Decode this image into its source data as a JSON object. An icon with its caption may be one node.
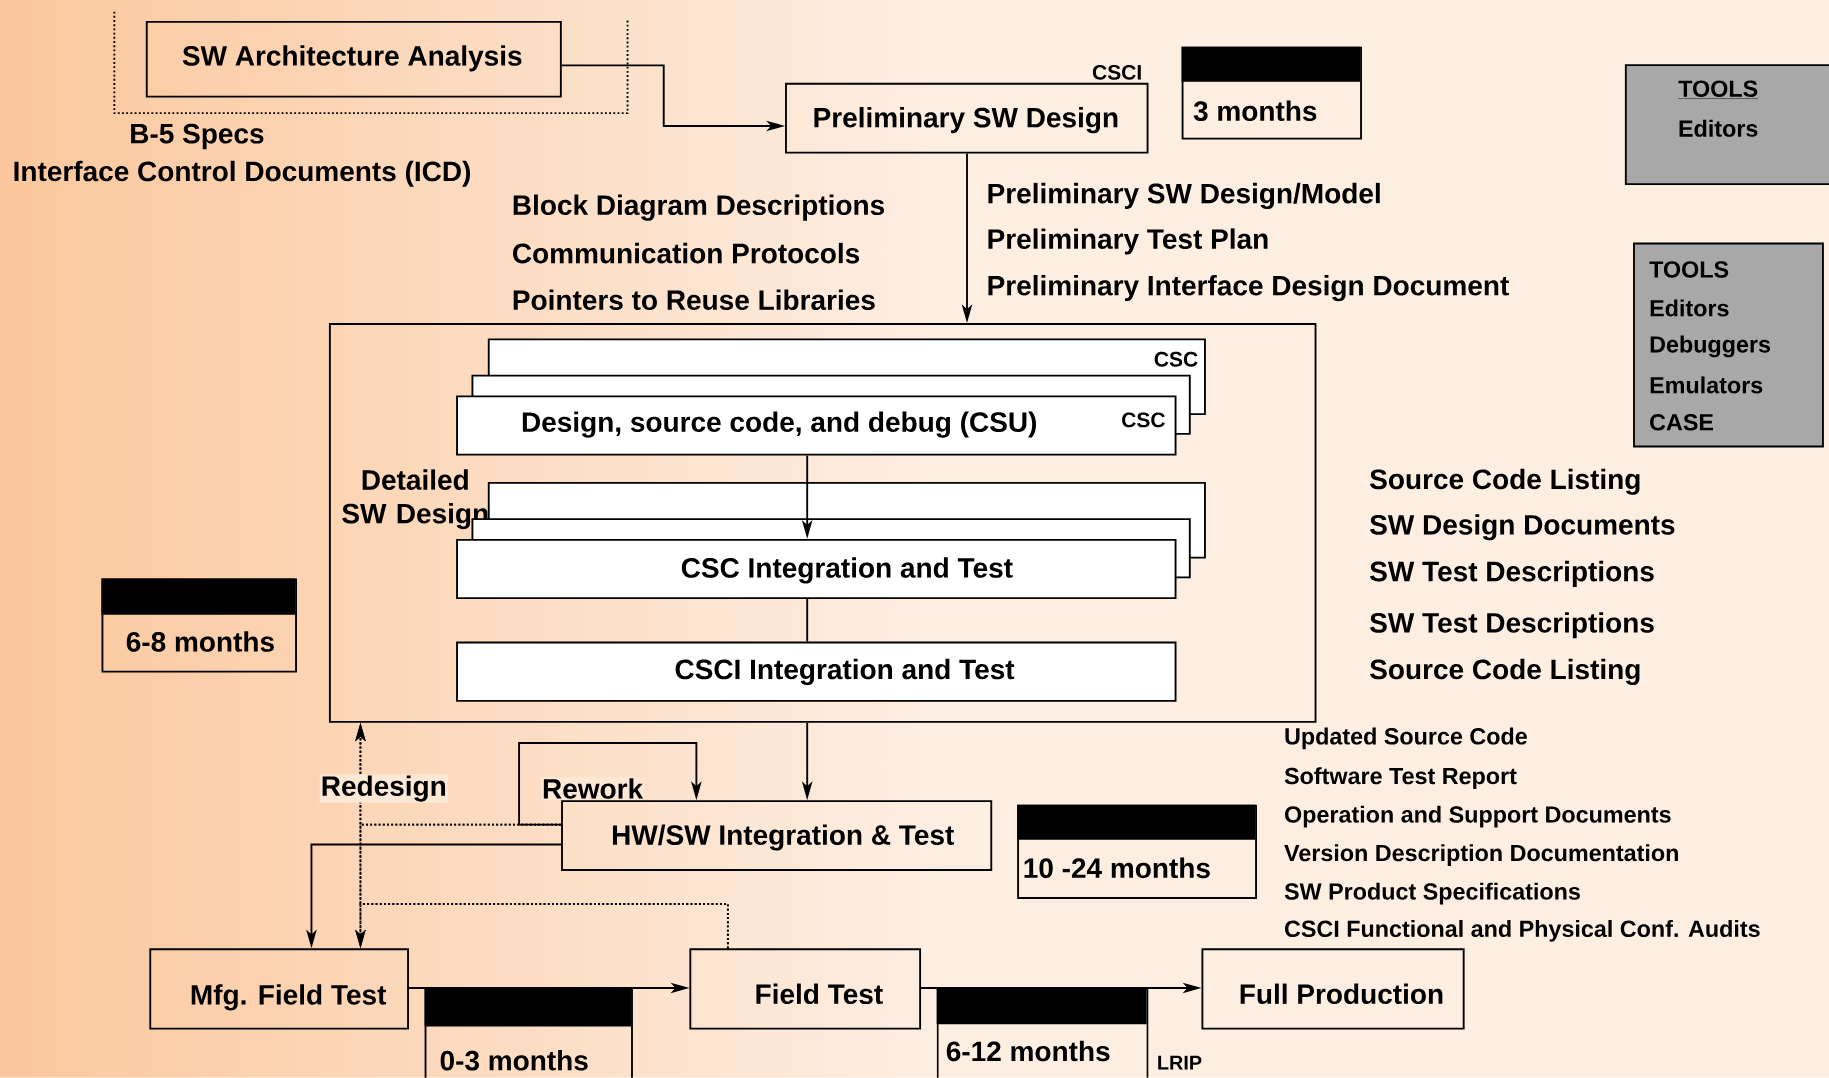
{
  "diagram": {
    "nodes": [
      {
        "text": [
          "SW Architecture Analysis"
        ]
      },
      {
        "text": [
          "Preliminary SW Design"
        ],
        "beside": [
          "CSCI"
        ]
      },
      {
        "text": [
          "3 months"
        ]
      },
      {
        "text": [
          "TOOLS",
          "Editors"
        ]
      },
      {
        "text": [
          "TOOLS",
          "Editors",
          "Debuggers",
          "Emulators",
          "CASE"
        ]
      },
      {
        "text": [
          "Detailed SW Design"
        ]
      },
      {
        "text": [
          "CSC",
          "Design, source code, and debug (CSU)",
          "CSC"
        ],
        "in": 5
      },
      {
        "text": [
          "CSC Integration and Test"
        ],
        "in": 5
      },
      {
        "text": [
          "CSCI Integration and Test"
        ],
        "in": 5
      },
      {
        "text": [
          "HW/SW Integration & Test"
        ]
      },
      {
        "text": [
          "10 -24 months"
        ]
      },
      {
        "text": [
          "Mfg. Field Test"
        ]
      },
      {
        "text": [
          "Field Test"
        ]
      },
      {
        "text": [
          "Full Production"
        ]
      },
      {
        "text": [
          "0-3 months"
        ]
      },
      {
        "text": [
          "6-12 months"
        ]
      },
      {
        "text": [
          "6-8 months"
        ]
      }
    ],
    "edges": [
      {
        "from": 0,
        "to": 1,
        "arrow": "to"
      },
      {
        "from": 1,
        "to": 5,
        "arrow": "to"
      },
      {
        "from": 6,
        "to": 7,
        "arrow": "to"
      },
      {
        "from": 7,
        "to": 8,
        "arrow": "none"
      },
      {
        "from": 5,
        "to": 9,
        "arrow": "to"
      },
      {
        "from": 9,
        "to": 9,
        "arrow": "to",
        "label": "Rework"
      },
      {
        "from": 9,
        "to": 5,
        "arrow": "to",
        "style": "dashed",
        "label": "Redesign"
      },
      {
        "from": 9,
        "to": 11,
        "arrow": "to",
        "style": "dashed"
      },
      {
        "from": 12,
        "to": 5,
        "arrow": "to",
        "style": "dashed"
      },
      {
        "from": 12,
        "to": 11,
        "arrow": "to",
        "style": "dashed"
      },
      {
        "from": 9,
        "to": 11,
        "arrow": "to"
      },
      {
        "from": 11,
        "to": 12,
        "arrow": "to"
      },
      {
        "from": 12,
        "to": 13,
        "arrow": "to"
      }
    ],
    "labels": [
      "B-5 Specs",
      "Interface Control Documents (ICD)",
      "Block Diagram Descriptions",
      "Communication Protocols",
      "Pointers to Reuse Libraries",
      "Preliminary SW Design/Model",
      "Preliminary Test Plan",
      "Preliminary Interface Design Document",
      "Source Code Listing",
      "SW Design Documents",
      "SW Test Descriptions",
      "SW Test Descriptions",
      "Source Code Listing",
      "Updated Source Code",
      "Software Test Report",
      "Operation and Support Documents",
      "Version Description Documentation",
      "SW Product Specifications",
      "CSCI Functional and Physical Conf. Audits",
      "LRIP"
    ]
  }
}
